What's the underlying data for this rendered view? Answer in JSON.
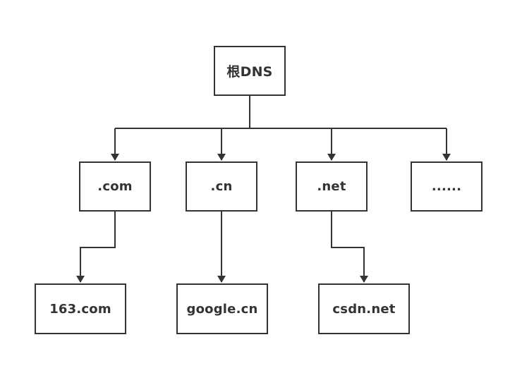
{
  "diagram": {
    "root": {
      "label": "根DNS"
    },
    "tld": [
      {
        "label": ".com"
      },
      {
        "label": ".cn"
      },
      {
        "label": ".net"
      },
      {
        "label": "......"
      }
    ],
    "domains": [
      {
        "label": "163.com"
      },
      {
        "label": "google.cn"
      },
      {
        "label": "csdn.net"
      }
    ]
  },
  "style": {
    "line_color": "#333333",
    "box_border": "#333333",
    "background": "#ffffff"
  }
}
